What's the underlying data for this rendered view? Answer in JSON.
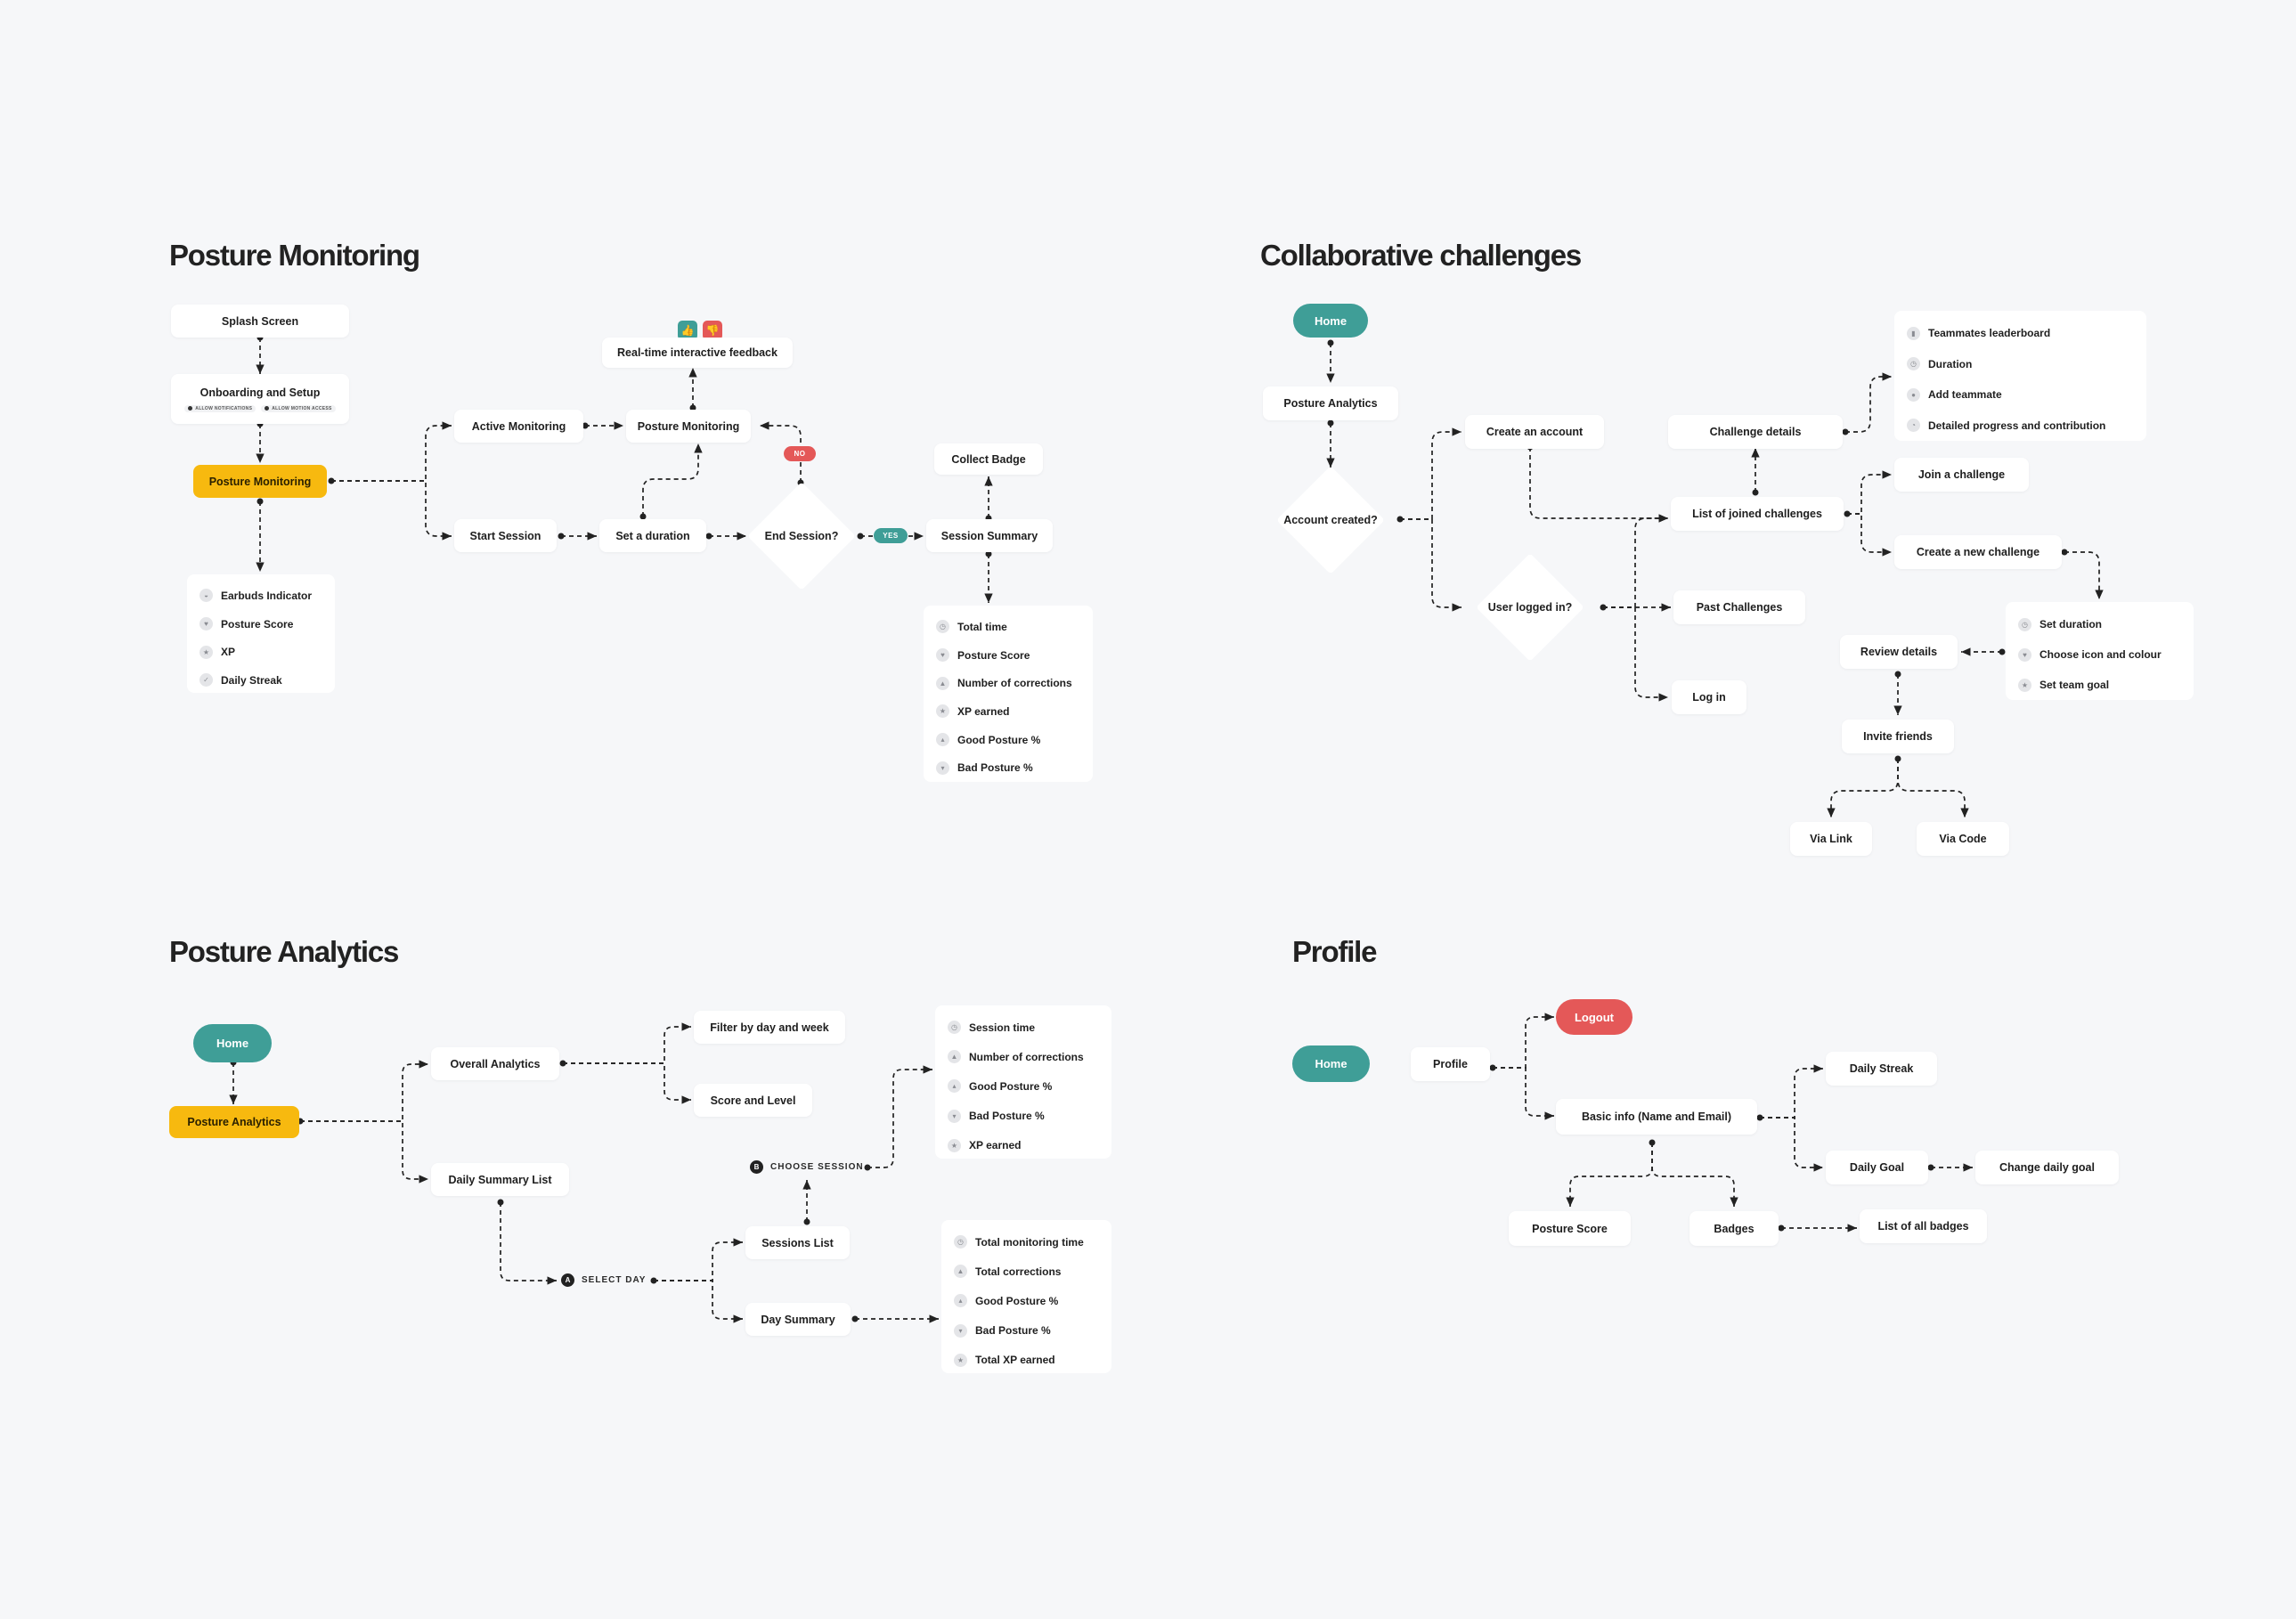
{
  "sections": {
    "posture_monitoring": "Posture Monitoring",
    "collaborative": "Collaborative challenges",
    "analytics": "Posture Analytics",
    "profile": "Profile"
  },
  "pm": {
    "splash": "Splash Screen",
    "onboarding": "Onboarding and Setup",
    "chip_notifications": "ALLOW NOTIFICATIONS",
    "chip_motion": "ALLOW MOTION ACCESS",
    "posture_monitoring_main": "Posture Monitoring",
    "home_items": [
      "Earbuds Indicator",
      "Posture Score",
      "XP",
      "Daily Streak"
    ],
    "active_monitoring": "Active Monitoring",
    "posture_monitoring": "Posture Monitoring",
    "feedback": "Real-time interactive feedback",
    "start_session": "Start Session",
    "set_duration": "Set a duration",
    "end_session": "End Session?",
    "no": "NO",
    "yes": "YES",
    "session_summary": "Session Summary",
    "collect_badge": "Collect Badge",
    "summary_items": [
      "Total time",
      "Posture Score",
      "Number of corrections",
      "XP earned",
      "Good Posture %",
      "Bad Posture %"
    ]
  },
  "cc": {
    "home": "Home",
    "posture_analytics": "Posture Analytics",
    "account_created": "Account created?",
    "user_logged_in": "User logged in?",
    "create_account": "Create an account",
    "past_challenges": "Past Challenges",
    "log_in": "Log in",
    "challenge_details": "Challenge details",
    "joined": "List of joined challenges",
    "details_items": [
      "Teammates leaderboard",
      "Duration",
      "Add teammate",
      "Detailed progress and contribution"
    ],
    "join": "Join a challenge",
    "create_new": "Create a new challenge",
    "new_items": [
      "Set duration",
      "Choose icon and colour",
      "Set team goal"
    ],
    "review": "Review details",
    "invite": "Invite friends",
    "via_link": "Via Link",
    "via_code": "Via Code"
  },
  "pa": {
    "home": "Home",
    "posture_analytics": "Posture Analytics",
    "overall": "Overall Analytics",
    "filter": "Filter by day and week",
    "score_level": "Score and Level",
    "daily_list": "Daily Summary List",
    "select_day": "SELECT DAY",
    "choose_session": "CHOOSE SESSION",
    "step_a": "A",
    "step_b": "B",
    "sessions_list": "Sessions List",
    "day_summary": "Day Summary",
    "session_items": [
      "Session time",
      "Number of corrections",
      "Good Posture %",
      "Bad Posture %",
      "XP earned"
    ],
    "day_items": [
      "Total monitoring time",
      "Total corrections",
      "Good Posture %",
      "Bad Posture %",
      "Total XP earned"
    ]
  },
  "pr": {
    "home": "Home",
    "profile": "Profile",
    "logout": "Logout",
    "basic_info": "Basic info (Name and Email)",
    "daily_streak": "Daily Streak",
    "daily_goal": "Daily Goal",
    "change_goal": "Change daily goal",
    "posture_score": "Posture Score",
    "badges": "Badges",
    "all_badges": "List of all badges"
  },
  "colors": {
    "teal": "#3f9e97",
    "yellow": "#f7b90f",
    "red": "#e45858",
    "background": "#f6f7f9",
    "node": "#ffffff",
    "edge": "#222222"
  }
}
